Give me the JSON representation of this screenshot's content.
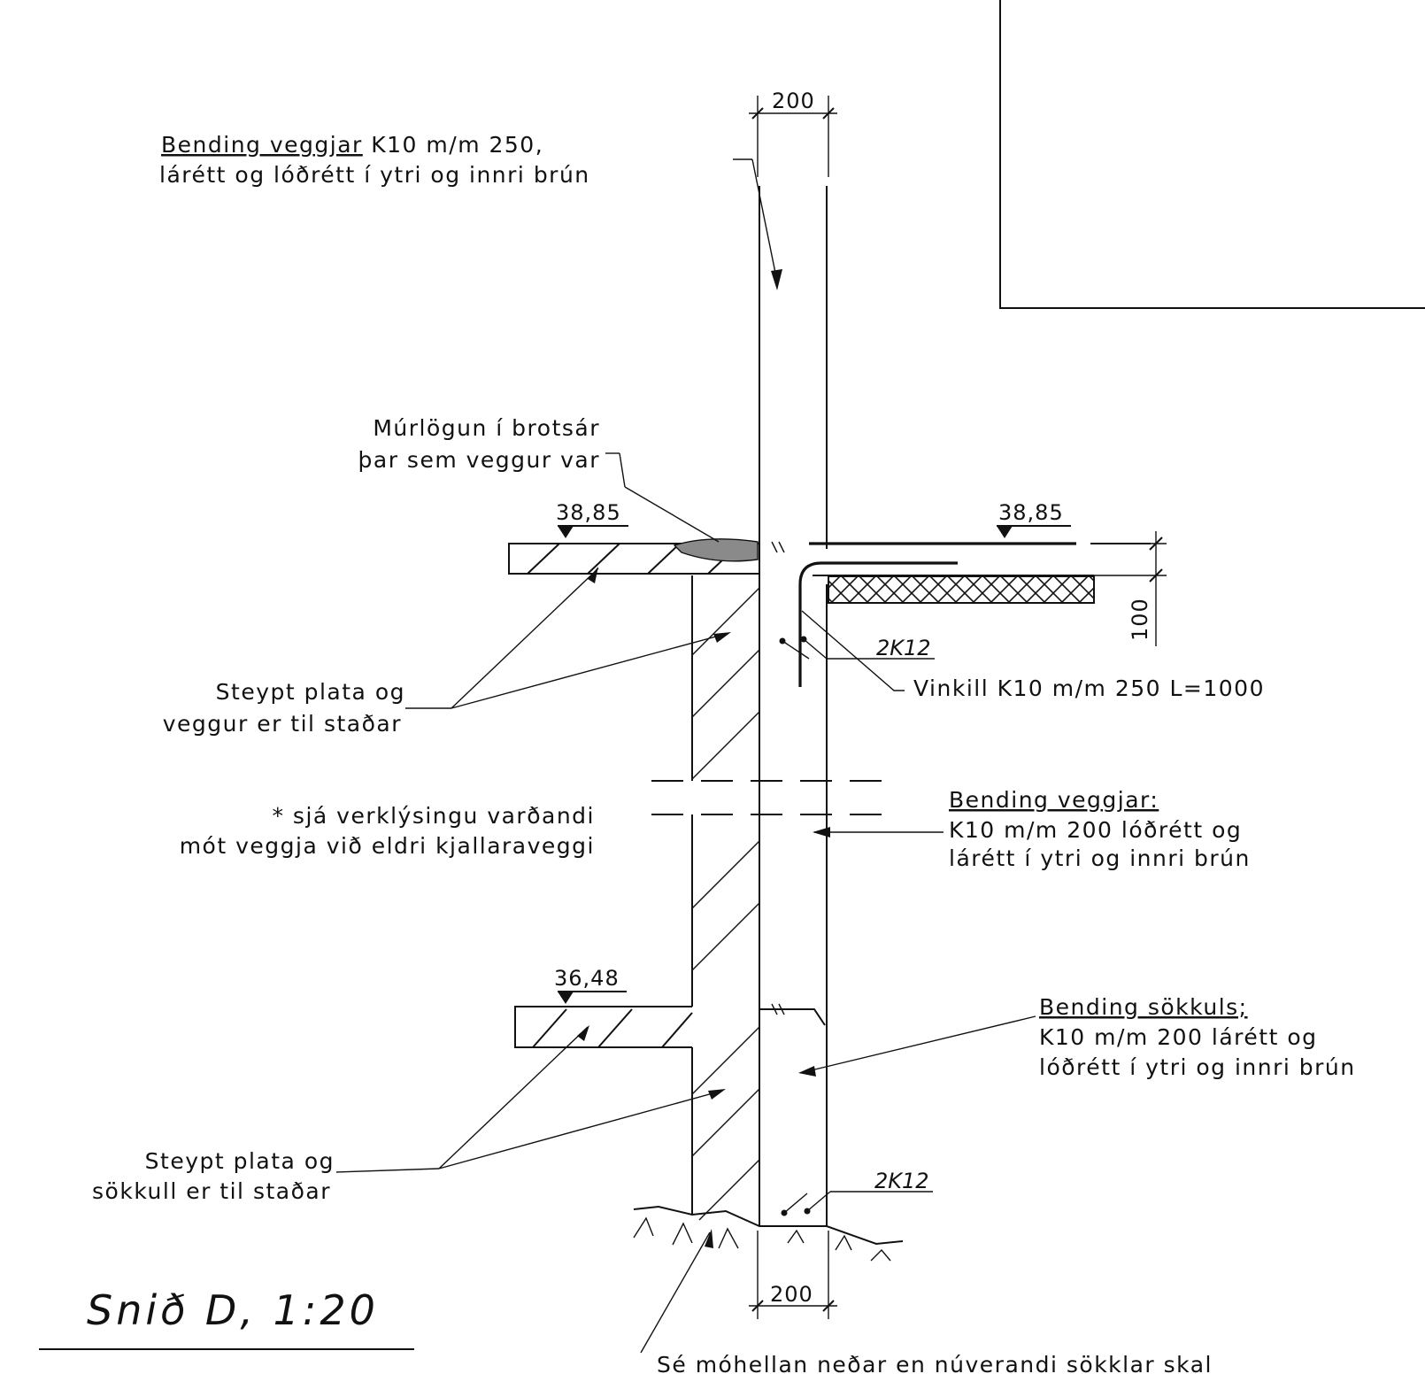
{
  "title": "Snið D, 1:20",
  "dimensions": {
    "wall_top": "200",
    "wall_bottom": "200",
    "slab": "100"
  },
  "levels": {
    "left_upper": "38,85",
    "right_upper": "38,85",
    "left_lower": "36,48"
  },
  "rebar_tags": {
    "upper": "2K12",
    "lower": "2K12"
  },
  "notes": {
    "wall_bending_underlined": "Bending veggjar",
    "wall_bending_rest": " K10 m/m 250,",
    "wall_bending_line2": "lárétt og lóðrétt í ytri og innri brún",
    "mortar_line1": "Múrlögun í brotsár",
    "mortar_line2": "þar sem veggur var",
    "cast_slab_wall_1": "Steypt plata og",
    "cast_slab_wall_2": "veggur er til staðar",
    "angle_bar": "Vinkill K10 m/m 250 L=1000",
    "see_spec_1": "* sjá verklýsingu varðandi",
    "see_spec_2": "mót veggja við eldri kjallaraveggi",
    "wall_bending2_title": "Bending veggjar:",
    "wall_bending2_line1": "K10 m/m 200 lóðrétt og",
    "wall_bending2_line2": "lárétt í ytri og innri brún",
    "footing_title": "Bending sökkuls;",
    "footing_line1": "K10 m/m 200 lárétt og",
    "footing_line2": "lóðrétt í ytri og innri brún",
    "cast_slab_footing_1": "Steypt plata og",
    "cast_slab_footing_2": "sökkull er til staðar",
    "bottom_note": "Sé móhellan neðar en núverandi sökklar skal"
  }
}
